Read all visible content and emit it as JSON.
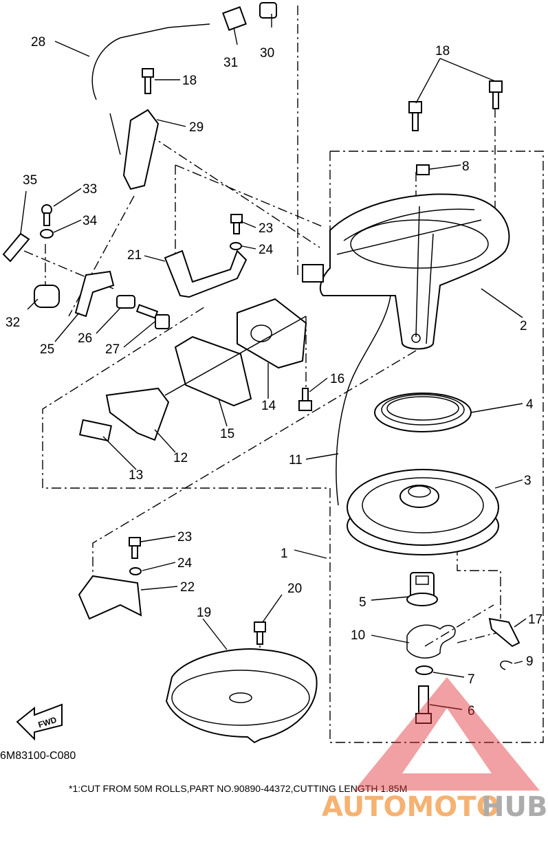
{
  "diagram": {
    "callouts": [
      "1",
      "2",
      "3",
      "4",
      "5",
      "6",
      "7",
      "8",
      "9",
      "10",
      "11",
      "12",
      "13",
      "14",
      "15",
      "16",
      "17",
      "18",
      "19",
      "20",
      "21",
      "22",
      "23",
      "24",
      "25",
      "26",
      "27",
      "28",
      "29",
      "30",
      "31",
      "32",
      "33",
      "34",
      "35"
    ],
    "drawing_code": "6M83100-C080",
    "footnote": "*1:CUT FROM 50M ROLLS,PART NO.90890-44372,CUTTING LENGTH 1.85M",
    "fwd_arrow_label": "FWD"
  },
  "watermark": {
    "word_a": "AUTOMOTO",
    "word_b": "HUB",
    "color_a": "#f5a55a",
    "color_b": "#9e9e9e",
    "triangle_color": "#e2343a"
  }
}
